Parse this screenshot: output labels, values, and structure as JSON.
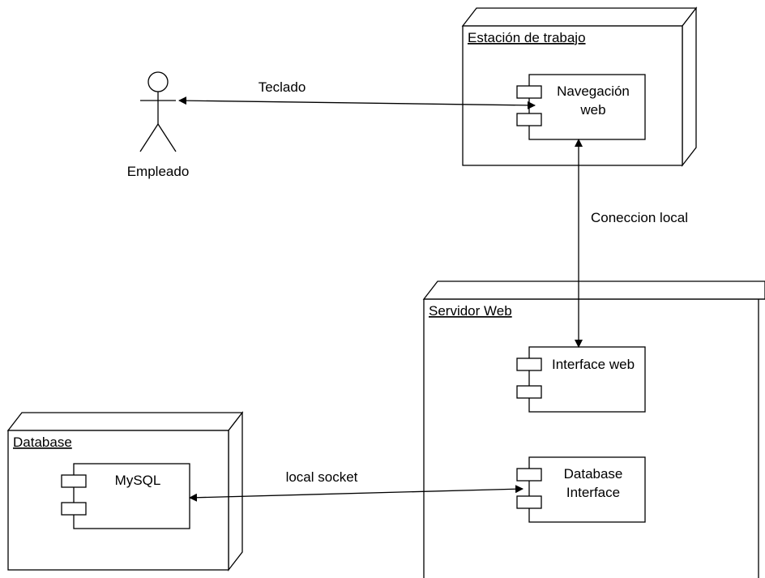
{
  "diagram": {
    "actor": {
      "label": "Empleado"
    },
    "nodes": {
      "workstation": {
        "title": "Estación de trabajo"
      },
      "webserver": {
        "title": "Servidor Web"
      },
      "database": {
        "title": "Database"
      }
    },
    "components": {
      "navegacion": {
        "line1": "Navegación",
        "line2": "web"
      },
      "interface_web": {
        "line1": "Interface web"
      },
      "database_interface": {
        "line1": "Database",
        "line2": "Interface"
      },
      "mysql": {
        "line1": "MySQL"
      }
    },
    "connections": {
      "teclado": {
        "label": "Teclado"
      },
      "conexion_local": {
        "label": "Coneccion local"
      },
      "local_socket": {
        "label": "local socket"
      }
    },
    "colors": {
      "stroke": "#000000",
      "background": "#ffffff"
    }
  }
}
